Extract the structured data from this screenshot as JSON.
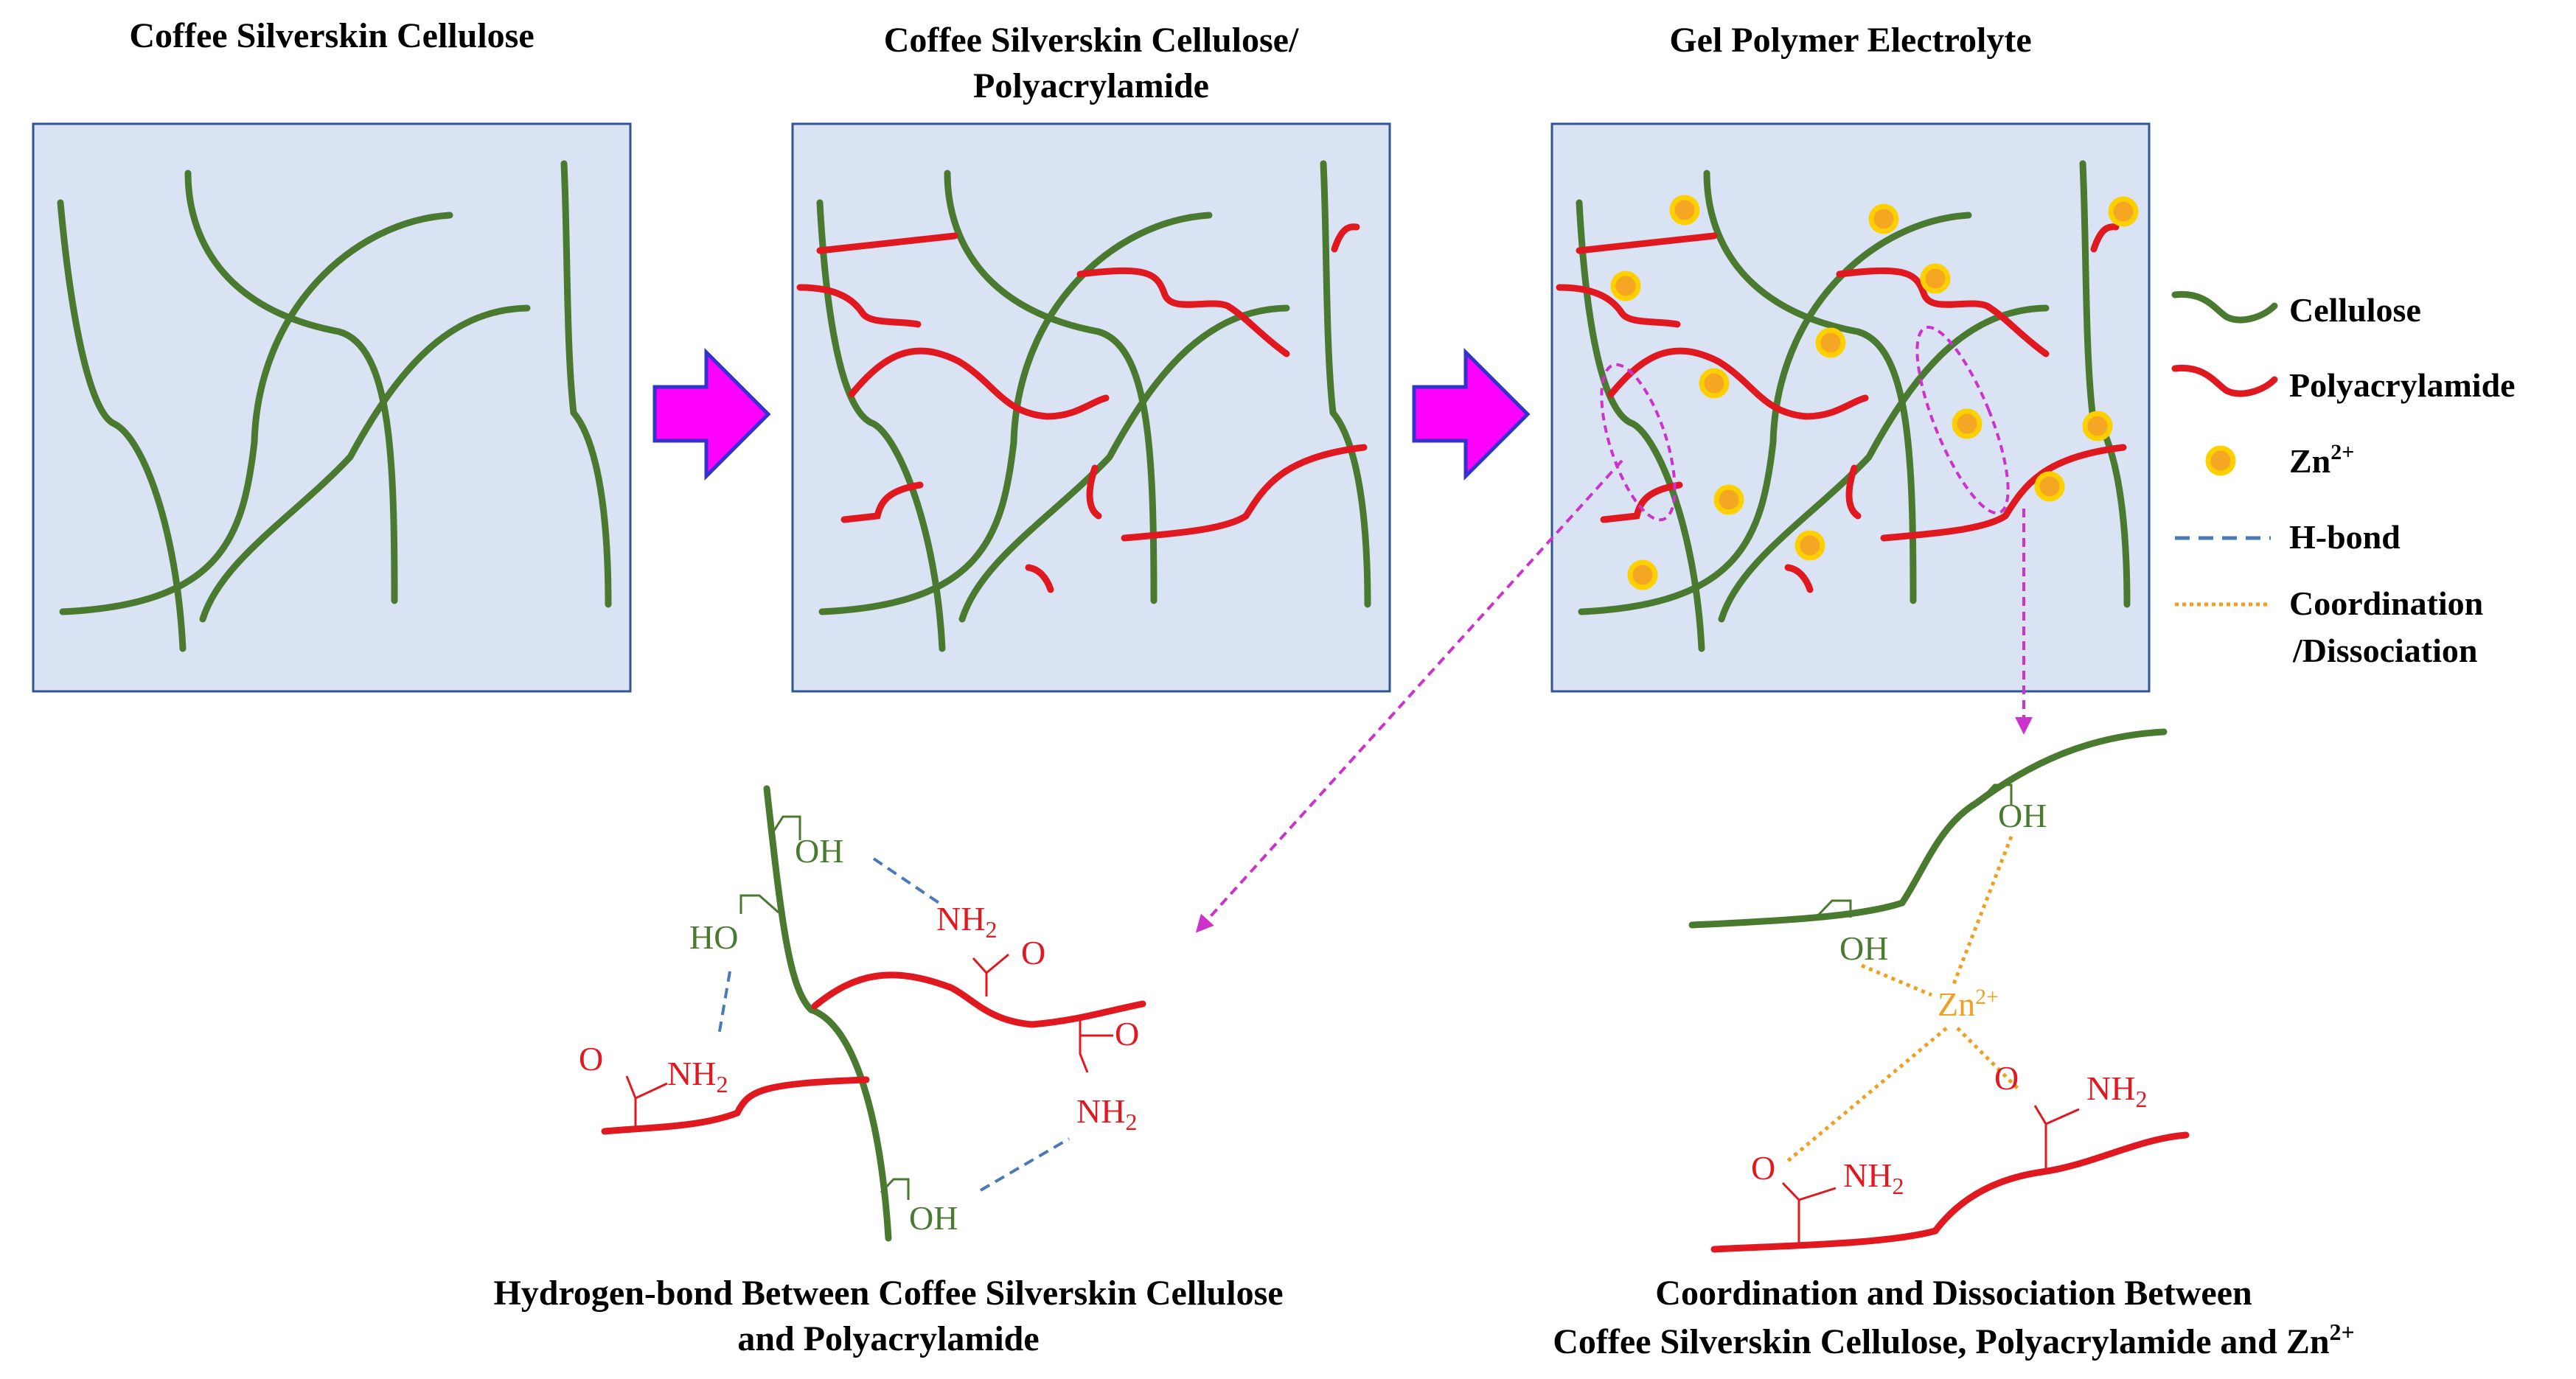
{
  "titles": {
    "panel1": "Coffee Silverskin Cellulose",
    "panel2_line1": "Coffee Silverskin Cellulose/",
    "panel2_line2": "Polyacrylamide",
    "panel3": "Gel Polymer Electrolyte"
  },
  "legend": {
    "cellulose": "Cellulose",
    "polyacrylamide": "Polyacrylamide",
    "zn": "Zn",
    "zn_sup": "2+",
    "hbond": "H-bond",
    "coord_line1": "Coordination",
    "coord_line2": "/Dissociation"
  },
  "labels": {
    "oh": "OH",
    "ho": "HO",
    "nh": "NH",
    "sub2": "2",
    "o": "O",
    "zn": "Zn",
    "zn_sup": "2+"
  },
  "captions": {
    "hbond_line1": "Hydrogen-bond Between Coffee Silverskin Cellulose",
    "hbond_line2": "and Polyacrylamide",
    "coord_line1": "Coordination and Dissociation Between",
    "coord_line2_main": "Coffee Silverskin Cellulose, Polyacrylamide and Zn",
    "coord_line2_sup": "2+"
  },
  "colors": {
    "cellulose": "#4a7a2f",
    "polyacrylamide": "#e0181f",
    "zn_fill": "#f5a623",
    "zn_ring": "#ffd000",
    "panel_bg": "#dae3f3",
    "arrow_fill": "#ff00ff",
    "arrow_stroke": "#3333cc",
    "hbond": "#4a7ab8",
    "coordination": "#f0a020",
    "callout": "#cc33cc"
  }
}
